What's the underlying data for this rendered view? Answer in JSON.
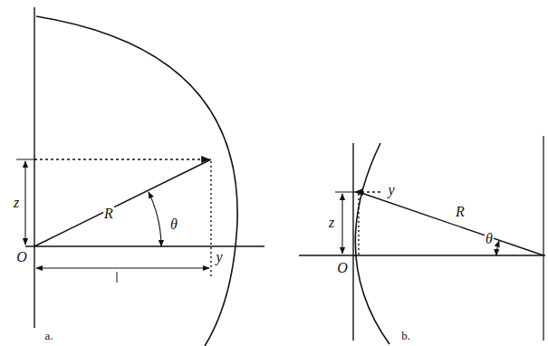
{
  "diagram": {
    "labels": [
      "z",
      "R",
      "θ",
      "O",
      "y",
      "a.",
      "y",
      "z",
      "R",
      "θ",
      "O",
      "b."
    ]
  }
}
